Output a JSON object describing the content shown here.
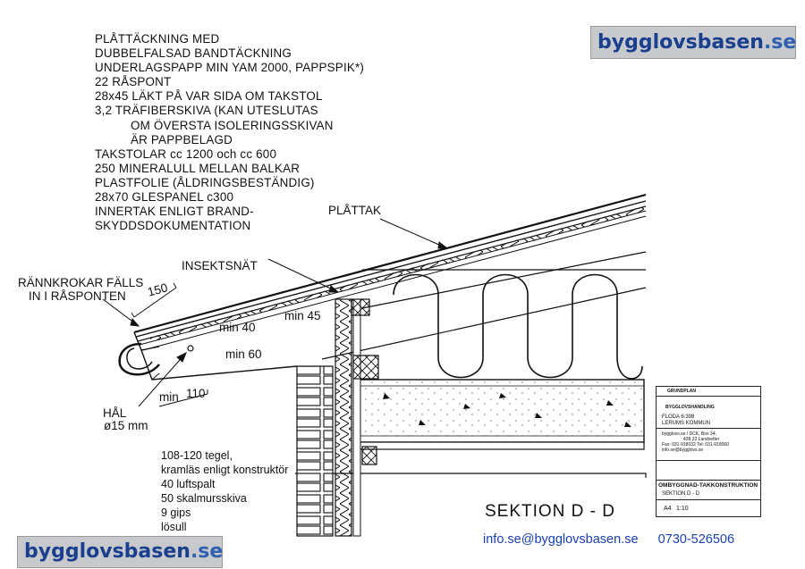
{
  "logo": {
    "name": "bygglovsbasen",
    "tld": ".se"
  },
  "notes": [
    "PLÅTTÄCKNING MED",
    "DUBBELFALSAD BANDTÄCKNING",
    "UNDERLAGSPAPP MIN YAM 2000, PAPPSPIK*)",
    "22 RÅSPONT",
    "28x45 LÄKT PÅ VAR SIDA OM TAKSTOL",
    "3,2 TRÄFIBERSKIVA (KAN UTESLUTAS",
    "OM ÖVERSTA ISOLERINGSSKIVAN",
    "ÄR PAPPBELAGD",
    "TAKSTOLAR cc 1200 och  cc 600",
    "250 MINERALULL MELLAN BALKAR",
    "PLASTFOLIE (ÅLDRINGSBESTÄNDIG)",
    "28x70 GLESPANEL c300",
    "INNERTAK ENLIGT BRAND-",
    "SKYDDSDOKUMENTATION"
  ],
  "labels": {
    "plattak": "PLÅTTAK",
    "insektsnat": "INSEKTSNÄT",
    "rannkrokar_1": "RÄNNKROKAR FÄLLS",
    "rannkrokar_2": "IN I RÅSPONTEN",
    "dim_150": "150",
    "min40": "min 40",
    "min45": "min 45",
    "min60": "min 60",
    "min110_a": "min",
    "min110_b": "110",
    "hal": "HÅL",
    "hal_dia": "ø15 mm"
  },
  "wall_notes": [
    "108-120 tegel,",
    "kramläs enligt konstruktör",
    "40 luftspalt",
    "50 skalmursskiva",
    "9 gips",
    "lösull"
  ],
  "section_title": "SEKTION   D - D",
  "contact": {
    "email": "info.se@bygglovsbasen.se",
    "phone": "0730-526506"
  },
  "title_block": {
    "grundplan": "GRUNDPLAN",
    "bygglovshandling": "BYGGLOVSHANDLING",
    "place_1": "FLODA 6:398",
    "place_2": "LERUMS KOMMUN",
    "addr_1": "bygglovs.se / DCK, Box 34,",
    "addr_2": "438 22 Landvetter",
    "fax": "Fax: 031-918032  Tel: 031-918060",
    "mail": "info.se@bygglovs.se",
    "project": "OMBYGGNAD-TAKKONSTRUKTION",
    "section": "SEKTION D - D",
    "size": "A4",
    "scale": "1:10"
  }
}
